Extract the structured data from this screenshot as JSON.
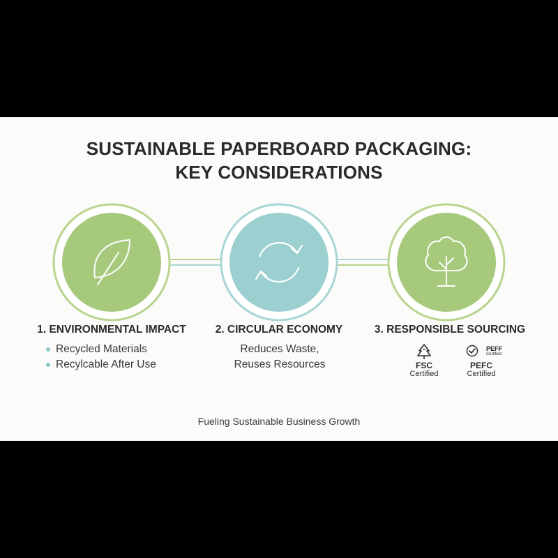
{
  "title": {
    "line1": "SUSTAINABLE PAPERBOARD PACKAGING:",
    "line2": "KEY CONSIDERATIONS"
  },
  "colors": {
    "green": "#a7c97c",
    "green_ring": "#b9d48e",
    "teal": "#9ccfcf",
    "teal_ring": "#a8d5d5",
    "icon_stroke": "#ffffff"
  },
  "nodes": [
    {
      "heading": "1. ENVIRONMENTAL IMPACT",
      "icon": "leaf-icon",
      "bullets": [
        "Recycled Materials",
        "Recylcable After Use"
      ]
    },
    {
      "heading": "2. CIRCULAR ECONOMY",
      "icon": "recycle-arrows-icon",
      "description": [
        "Reduces Waste,",
        "Reuses Resources"
      ]
    },
    {
      "heading": "3. RESPONSIBLE SOURCING",
      "icon": "tree-icon",
      "certifications": [
        {
          "logo_text": "",
          "label": "FSC",
          "sublabel": "Certified",
          "icon": "fsc-tree-logo-icon"
        },
        {
          "logo_text": "PEFF",
          "logo_subtext": "Certified",
          "label": "PEFC",
          "sublabel": "Certified",
          "icon": "pefc-check-logo-icon"
        }
      ]
    }
  ],
  "footer": "Fueling Sustainable Business Growth"
}
